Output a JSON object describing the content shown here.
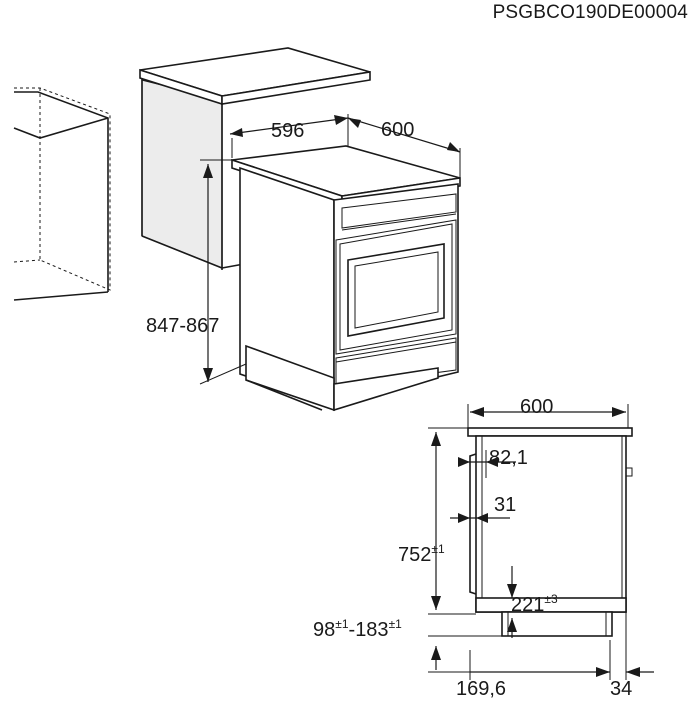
{
  "document_code": "PSGBCO190DE00004",
  "iso_view": {
    "width_label": "596",
    "depth_label": "600",
    "height_label": "847-867"
  },
  "side_view": {
    "width_label": "600",
    "dim_82": "82,1",
    "dim_31": "31",
    "dim_752": "752",
    "dim_752_tol": "±1",
    "dim_221": "221",
    "dim_221_tol": "±3",
    "dim_98": "98",
    "dim_98_tol": "±1",
    "dim_separator": "-",
    "dim_183": "183",
    "dim_183_tol": "±1",
    "dim_169": "169,6",
    "dim_34": "34"
  }
}
